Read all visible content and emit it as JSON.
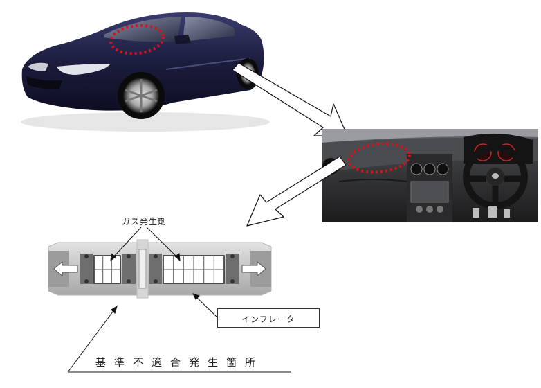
{
  "labels": {
    "gas_generant": "ガス発生剤",
    "inflator": "インフレータ",
    "defect_location": "基準不適合発生箇所"
  },
  "colors": {
    "car_body": "#1c1d3e",
    "dashboard": "#2b2b2d",
    "highlight_ring": "#d8121a",
    "inflator_body": "#c9c9c9"
  },
  "icons": {
    "car": "sedan-photo",
    "dashboard": "dashboard-photo",
    "inflator": "inflator-cross-section"
  }
}
